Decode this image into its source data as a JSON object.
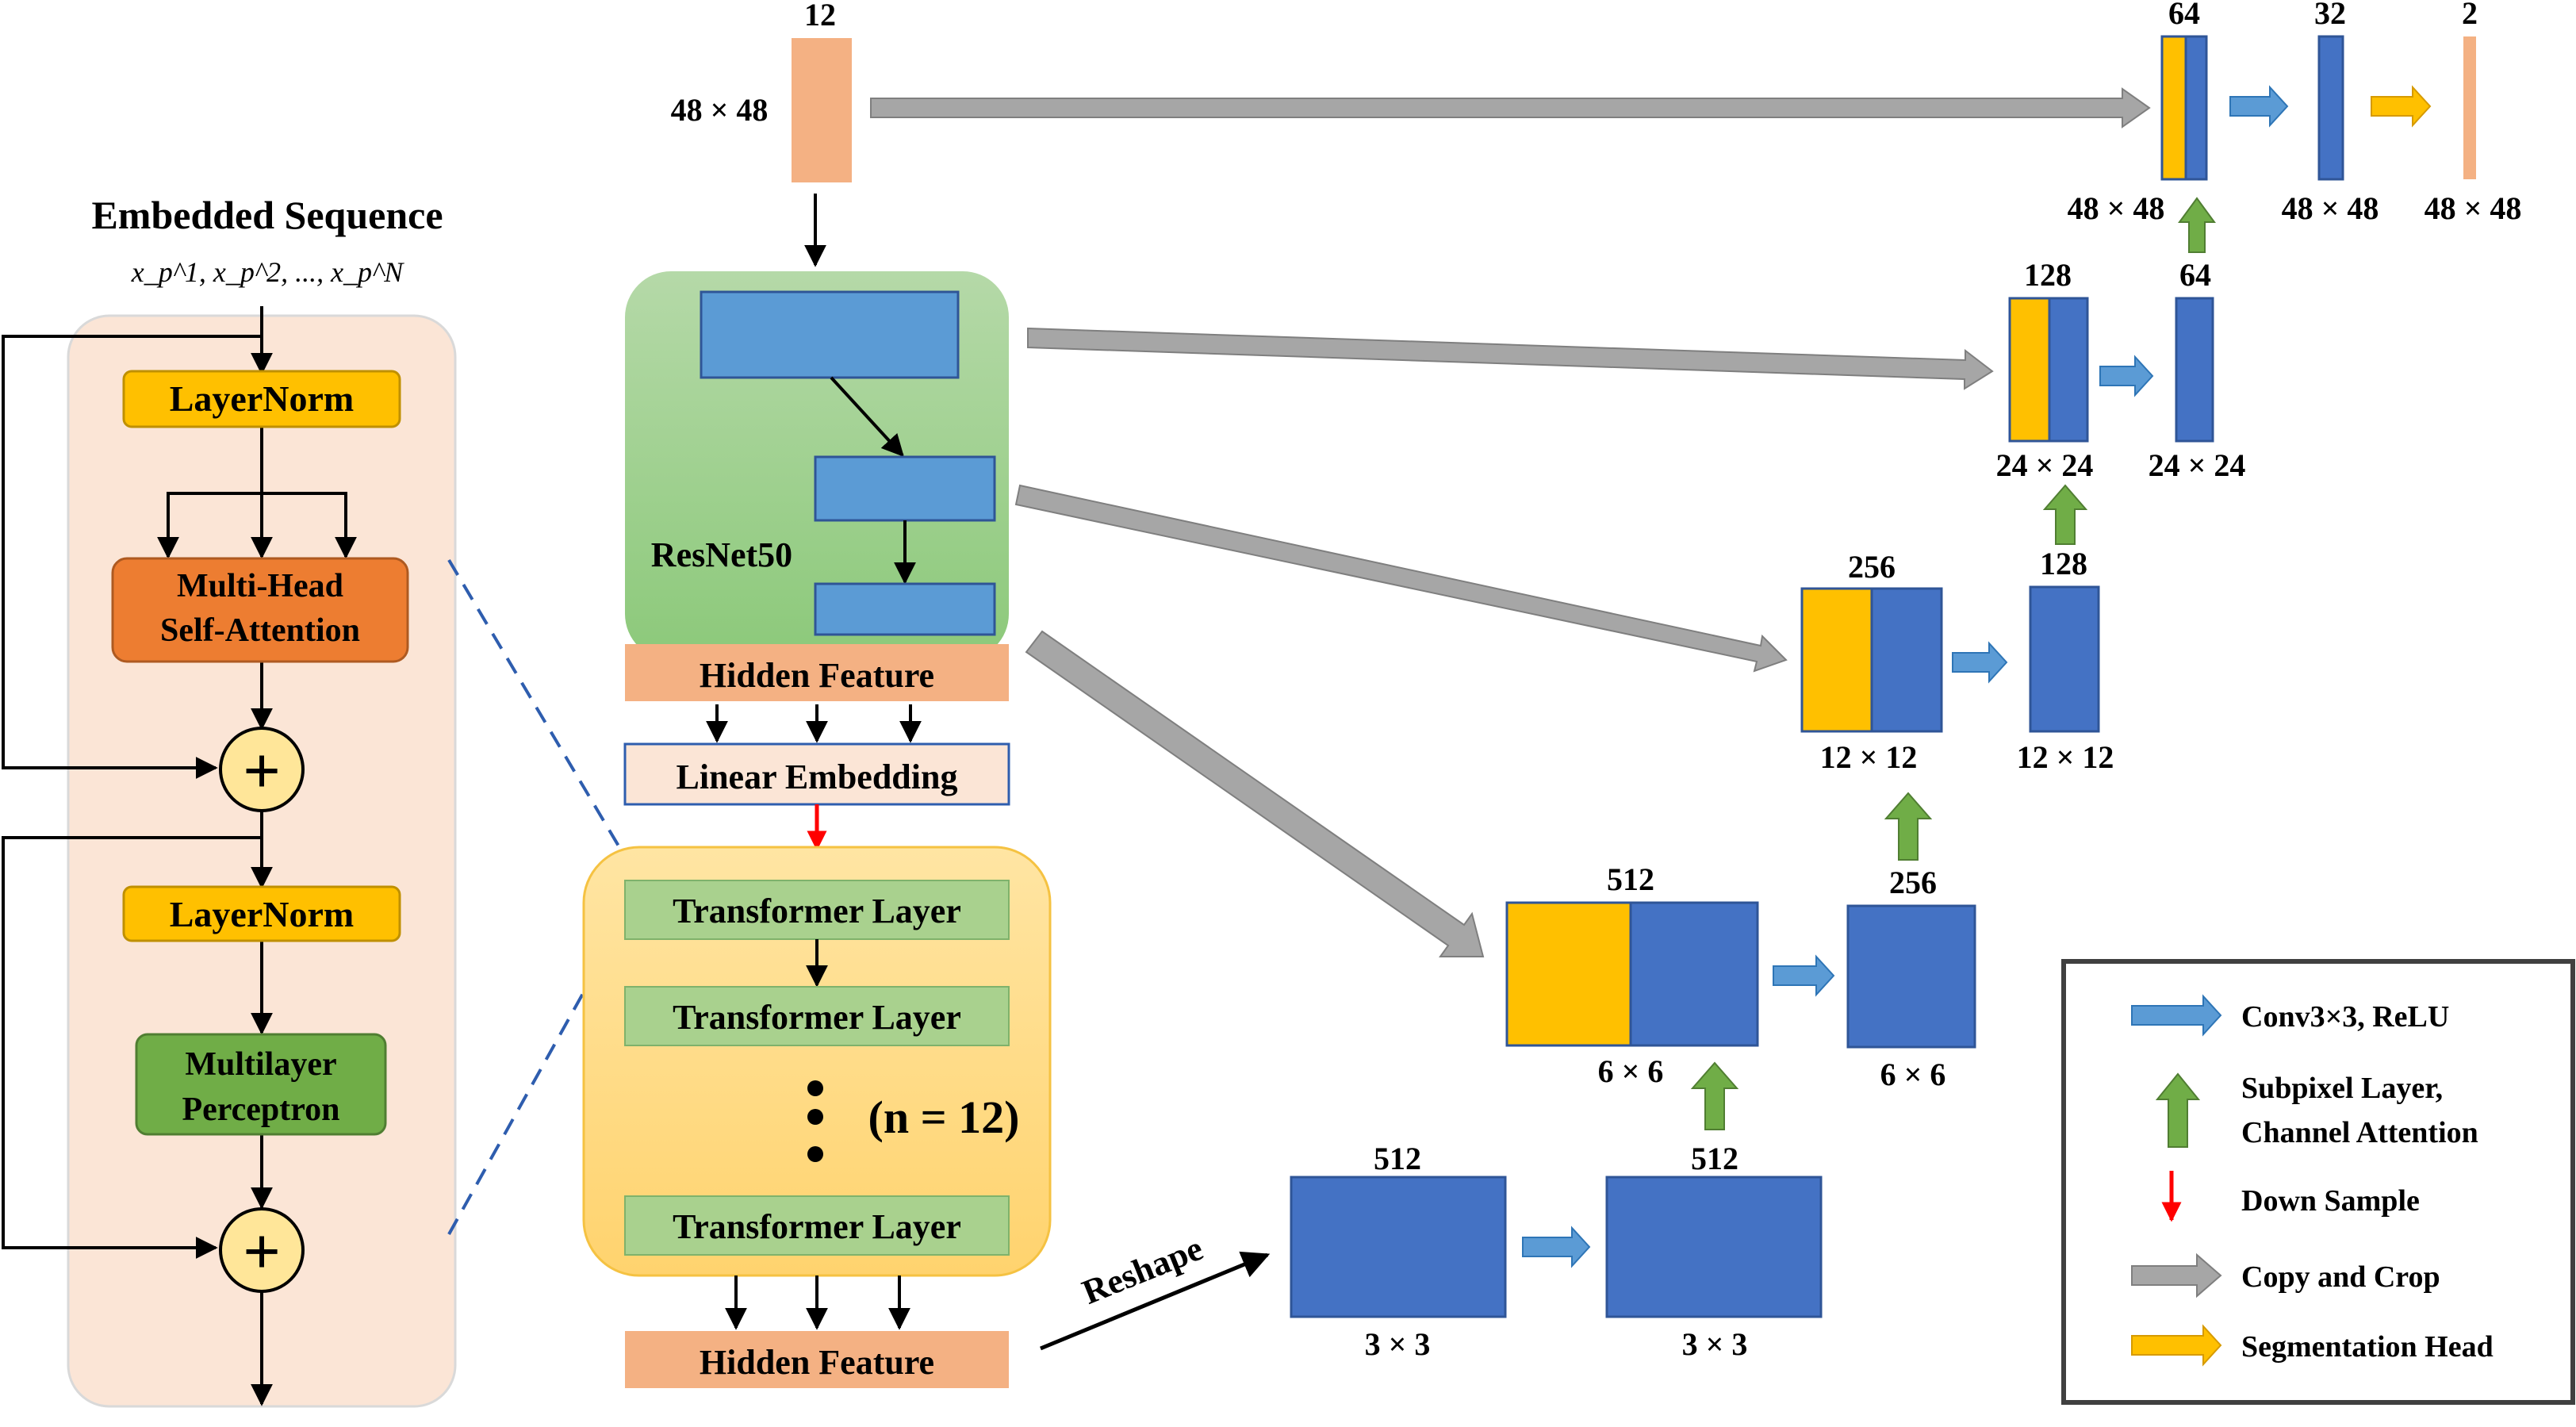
{
  "encoder_block": {
    "title": "Embedded Sequence",
    "input_sequence": "x_p^1, x_p^2, ..., x_p^N",
    "layernorm_1": "LayerNorm",
    "msa_line1": "Multi-Head",
    "msa_line2": "Self-Attention",
    "add_symbol": "+",
    "layernorm_2": "LayerNorm",
    "mlp_line1": "Multilayer",
    "mlp_line2": "Perceptron"
  },
  "backbone": {
    "resnet_label": "ResNet50",
    "hidden_feature_top": "Hidden Feature",
    "linear_embedding": "Linear Embedding",
    "transformer_layer": "Transformer Layer",
    "layer_count": "(n = 12)",
    "hidden_feature_bottom": "Hidden Feature",
    "reshape": "Reshape"
  },
  "input": {
    "channels": "12",
    "size": "48 × 48"
  },
  "decoder": {
    "bottleneck_1": {
      "channels": "512",
      "size": "3 × 3"
    },
    "bottleneck_2": {
      "channels": "512",
      "size": "3 × 3"
    },
    "stage_6": {
      "concat_channels": "512",
      "out_channels": "256",
      "size": "6 × 6"
    },
    "stage_12": {
      "concat_channels": "256",
      "out_channels": "128",
      "size": "12 × 12"
    },
    "stage_24": {
      "concat_channels": "128",
      "out_channels": "64",
      "size": "24 × 24"
    },
    "stage_48": {
      "concat_channels": "64",
      "conv_channels": "32",
      "head_channels": "2",
      "size": "48 × 48"
    }
  },
  "legend": {
    "conv": "Conv3×3, ReLU",
    "subpixel_line1": "Subpixel Layer,",
    "subpixel_line2": "Channel Attention",
    "downsample": "Down Sample",
    "copy_crop": "Copy and Crop",
    "seg_head": "Segmentation Head"
  },
  "colors": {
    "blue": "#4472C4",
    "light_blue": "#5B9BD5",
    "yellow": "#FFC000",
    "orange_input": "#F4B183",
    "peach_bg": "#FBE5D6",
    "msa_orange": "#ED7D31",
    "green": "#70AD47",
    "gray_arrow": "#A6A6A6",
    "red": "#FF0000"
  }
}
